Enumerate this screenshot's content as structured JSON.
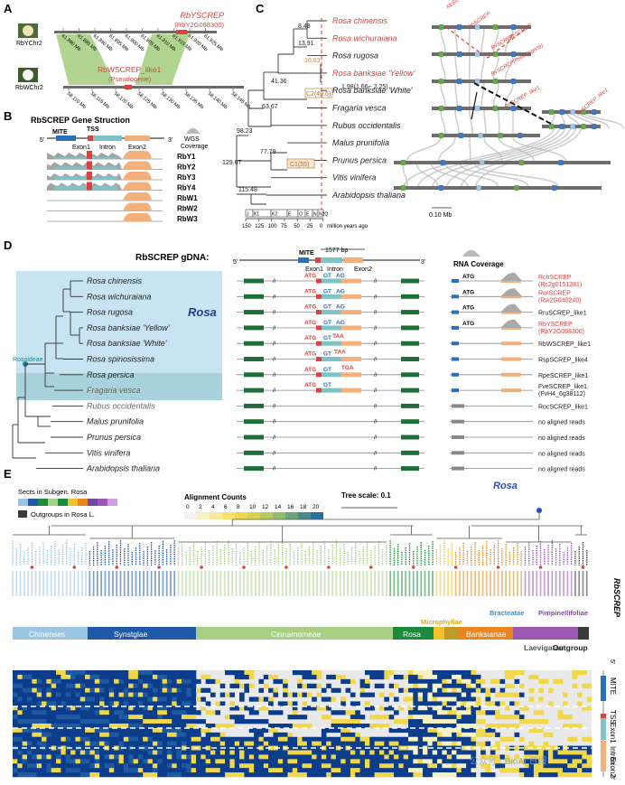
{
  "panels": {
    "a": "A",
    "b": "B",
    "c": "C",
    "d": "D",
    "e": "E"
  },
  "panel_a": {
    "top_chr": "RbYChr2",
    "bottom_chr": "RbWChr2",
    "top_gene": "RbYSCREP",
    "top_gene_id": "(RbY2G098300)",
    "bottom_gene": "RbWSCREP_like1",
    "bottom_gene_note": "(Pseudogene)",
    "top_ticks": [
      "61.880 Mb",
      "61.885 Mb",
      "61.890 Mb",
      "61.895 Mb",
      "61.900 Mb",
      "61.905 Mb",
      "61.910 Mb",
      "61.915 Mb",
      "61.920 Mb",
      "61.925 Mb"
    ],
    "bottom_ticks": [
      "58.110 Mb",
      "58.115 Mb",
      "58.120 Mb",
      "58.125 Mb",
      "58.130 Mb",
      "58.135 Mb",
      "58.140 Mb",
      "58.145 Mb"
    ]
  },
  "panel_b": {
    "title": "RbSCREP  Gene Struction",
    "five": "5'",
    "three": "3'",
    "mite": "MITE",
    "tss": "TSS",
    "exon1": "Exon1",
    "intron": "Intron",
    "exon2": "Exon2",
    "wgs": "WGS",
    "coverage": "Coverage",
    "tracks": [
      "RbY1",
      "RbY2",
      "RbY3",
      "RbY4",
      "RbW1",
      "RbW2",
      "RbW3"
    ]
  },
  "panel_c": {
    "taxa": [
      {
        "name": "Rosa chinensis",
        "red": true
      },
      {
        "name": "Rosa wichuraiana",
        "red": true
      },
      {
        "name": "Rosa rugosa",
        "red": false
      },
      {
        "name": "Rosa banksiae 'Yellow'",
        "red": true
      },
      {
        "name": "Rosa banksiae 'White'",
        "red": false
      },
      {
        "name": "Fragaria vesca",
        "red": false
      },
      {
        "name": "Rubus occidentalis",
        "red": false
      },
      {
        "name": "Malus prunifolia",
        "red": false
      },
      {
        "name": "Prunus persica",
        "red": false
      },
      {
        "name": "Vitis vinifera",
        "red": false
      },
      {
        "name": "Arabidopsis thaliana",
        "red": false
      }
    ],
    "nodes": [
      "8.48",
      "13.91",
      "16.83",
      "41.36",
      "1.98(1.66~ 2.25)",
      "63.67",
      "98.23",
      "77.79",
      "129.67",
      "115.48"
    ],
    "marks": [
      "C2(49.6)",
      "C1(55)"
    ],
    "periods": [
      "J",
      "K1",
      "K2",
      "E",
      "O",
      "E",
      "N",
      "N2Q"
    ],
    "axis_ticks": [
      "150",
      "125",
      "100",
      "75",
      "50",
      "25",
      "0"
    ],
    "axis_label": "million years ago",
    "scale": "0.10 Mb",
    "synteny_labels": [
      "RbSCREP_like1",
      "RbSCREP",
      "RvSCREP",
      "RcSCREP",
      "RvSCREP(Pseudogene)",
      "RbSCREP_like1",
      "RvSCREP_like1"
    ]
  },
  "panel_d": {
    "title": "RbSCREP gDNA:",
    "five": "5'",
    "three": "3'",
    "mite": "MITE",
    "bp": "1577 bp",
    "exon1": "Exon1",
    "intron": "Intron",
    "exon2": "Exon2",
    "rna": "RNA Coverage",
    "rosa": "Rosa",
    "rosoideae": "Rosoideae",
    "taxa": [
      "Rosa chinensis",
      "Rosa wichuraiana",
      "Rosa rugosa",
      "Rosa banksiae 'Yellow'",
      "Rosa banksiae 'White'",
      "Rosa spinosissima",
      "Rosa persica",
      "Fragaria vesca",
      "Rubus occidentalis",
      "Malus prunifolia",
      "Prunus persica",
      "Vitis vinifera",
      "Arabidopsis thaliana"
    ],
    "codons": {
      "atg": "ATG",
      "gt": "GT",
      "ag": "AG",
      "taa": "TAA",
      "tga": "TGA"
    },
    "genes": [
      {
        "t": "RchSCREP",
        "r": true
      },
      {
        "t": "(Rc2g0151281)",
        "r": true
      },
      {
        "t": "RwiSCREP",
        "r": true
      },
      {
        "t": "(Rw2G040240)",
        "r": true
      },
      {
        "t": "RruSCREP_like1",
        "r": false
      },
      {
        "t": "RbYSCREP",
        "r": true
      },
      {
        "t": "(RbY2G098300)",
        "r": true
      },
      {
        "t": "RbWSCREP_like1",
        "r": false
      },
      {
        "t": "RspSCREP_like4",
        "r": false
      },
      {
        "t": "RpeSCREP_like1",
        "r": false
      },
      {
        "t": "FveSCREP_like1",
        "r": false
      },
      {
        "t": "(FvH4_6g38112)",
        "r": false
      },
      {
        "t": "RocSCREP_like1",
        "r": false
      },
      {
        "t": "no aligned reads",
        "r": false
      },
      {
        "t": "no aligned reads",
        "r": false
      },
      {
        "t": "no aligned reads",
        "r": false
      },
      {
        "t": "no aligned reads",
        "r": false
      }
    ]
  },
  "panel_e": {
    "legend_sects": "Sects in Subgen. Rosa",
    "legend_out": "Outgroups in Rosa L.",
    "align_title": "Alignment Counts",
    "align_ticks": [
      "0",
      "2",
      "4",
      "6",
      "8",
      "10",
      "12",
      "14",
      "16",
      "18",
      "20"
    ],
    "tree_scale": "Tree scale: 0.1",
    "rosa": "Rosa",
    "gene": "RbSCREP",
    "five": "5'",
    "three": "3'",
    "track": [
      "MITE",
      "TSS",
      "Exon1",
      "Intron",
      "Exon2"
    ],
    "clades_top": [
      "Microphyllae",
      "Bracteatae",
      "Pimpinellifoliae"
    ],
    "clades": [
      "Chinenses",
      "Synstglae",
      "Cinnamomeae",
      "Rosa",
      "Banksianae",
      "Laevigatae",
      "Outgroup"
    ],
    "watermark": "公众号 · BioAI 日报"
  },
  "colors": {
    "red": "#d9423f",
    "mite": "#2a6fb8",
    "exon": "#f4b07a",
    "intron": "#7ec3c8",
    "green_syn": "#a8cf84",
    "navy": "#0c3c8c",
    "rosa_bg": "#c8e3f1",
    "rosoideae_bg": "#a9d3dc",
    "chinenses": "#9cc5e3",
    "synstglae": "#2059a8",
    "cinnamomeae": "#a8cf84",
    "rosa_sect": "#1c8c3c",
    "banksianae": "#e9861f",
    "laevigatae": "#9a5ab3",
    "outgroup": "#3a3a3a"
  }
}
